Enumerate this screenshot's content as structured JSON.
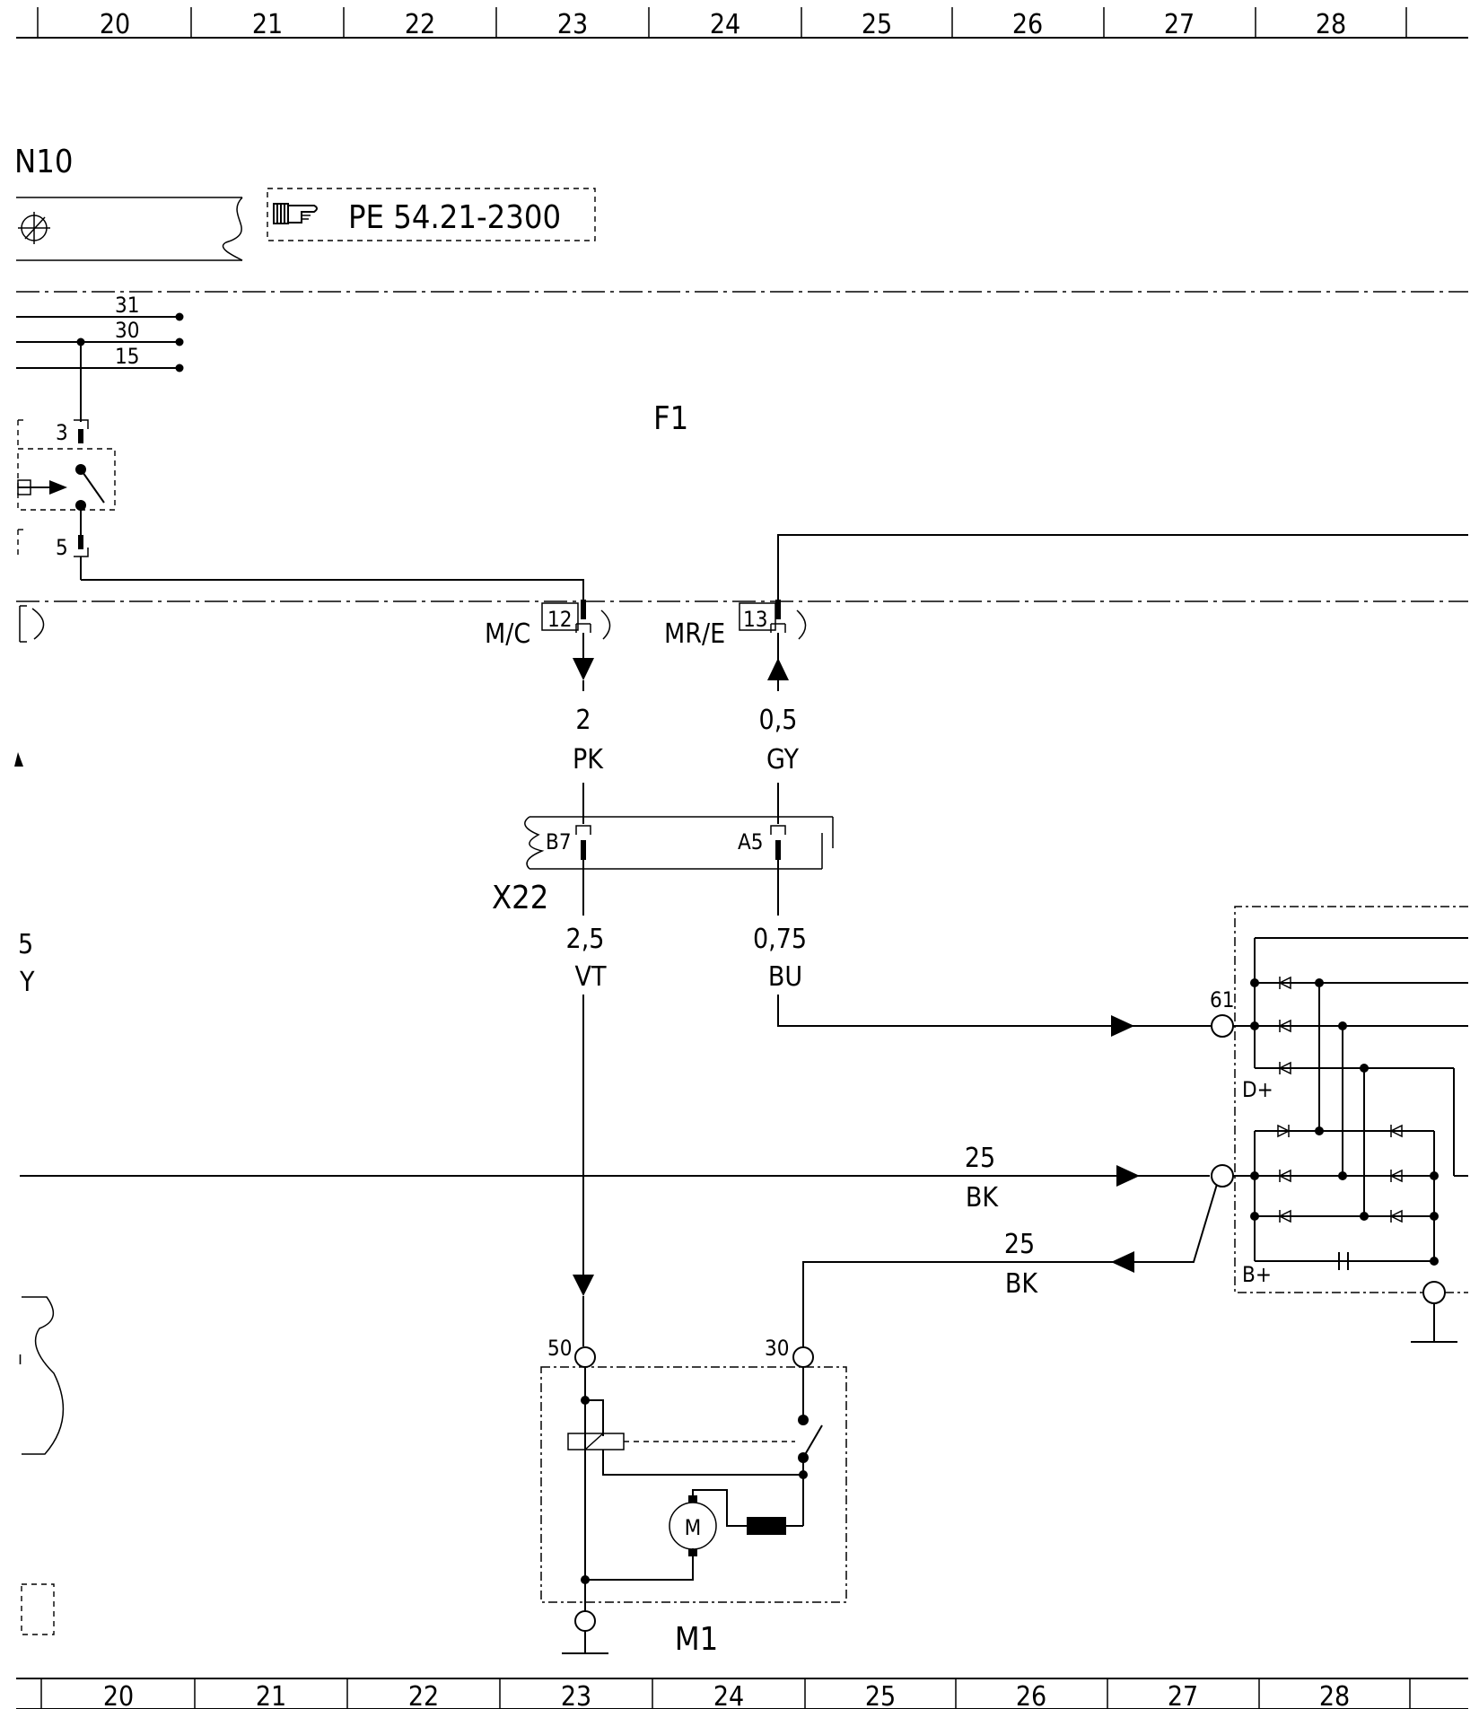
{
  "grid": {
    "columns": [
      "20",
      "21",
      "22",
      "23",
      "24",
      "25",
      "26",
      "27",
      "28"
    ]
  },
  "components": {
    "n10": {
      "label": "N10",
      "ref": "PE 54.21-2300"
    },
    "f1": {
      "label": "F1"
    },
    "x22": {
      "label": "X22",
      "pin_b7": "B7",
      "pin_a5": "A5"
    },
    "m1": {
      "label": "M1",
      "terminal_50": "50",
      "terminal_30": "30",
      "motor": "M"
    },
    "generator": {
      "terminal_61": "61",
      "d_plus": "D+",
      "b_plus": "B+"
    },
    "switch": {
      "pin_3": "3",
      "pin_5": "5"
    }
  },
  "bus_lines": [
    "31",
    "30",
    "15"
  ],
  "connectors": [
    {
      "name": "M/C",
      "pin": "12"
    },
    {
      "name": "MR/E",
      "pin": "13"
    }
  ],
  "wires": {
    "pk": {
      "size": "2",
      "color": "PK"
    },
    "gy": {
      "size": "0,5",
      "color": "GY"
    },
    "vt": {
      "size": "2,5",
      "color": "VT"
    },
    "bu": {
      "size": "0,75",
      "color": "BU"
    },
    "bk_upper": {
      "size": "25",
      "color": "BK"
    },
    "bk_lower": {
      "size": "25",
      "color": "BK"
    }
  },
  "left_edge": {
    "size": "5",
    "color": "Y"
  }
}
